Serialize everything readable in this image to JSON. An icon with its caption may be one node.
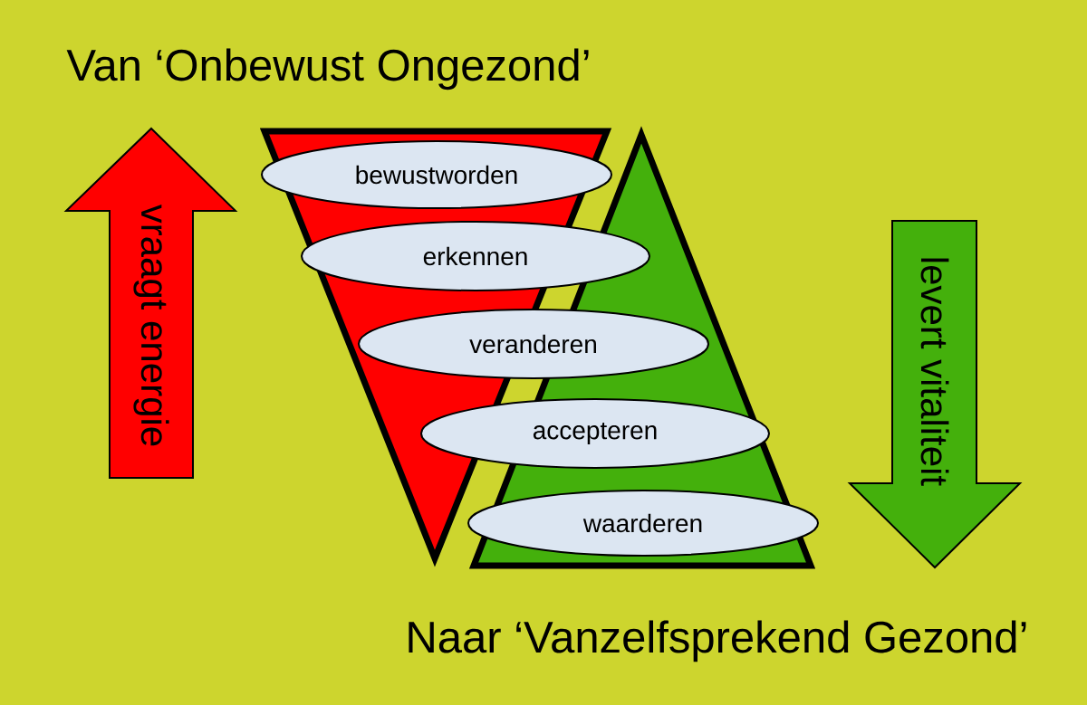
{
  "diagram": {
    "nodes": [
      {
        "text": [
          "vraagt energie"
        ]
      },
      {
        "text": [
          "bewustworden"
        ]
      },
      {
        "text": [
          "erkennen"
        ]
      },
      {
        "text": [
          "veranderen"
        ]
      },
      {
        "text": [
          "accepteren"
        ]
      },
      {
        "text": [
          "waarderen"
        ]
      },
      {
        "text": [
          "levert vitaliteit"
        ]
      }
    ],
    "labels": [
      "Van ‘Onbewust Ongezond’",
      "Naar ‘Vanzelfsprekend Gezond’"
    ]
  }
}
